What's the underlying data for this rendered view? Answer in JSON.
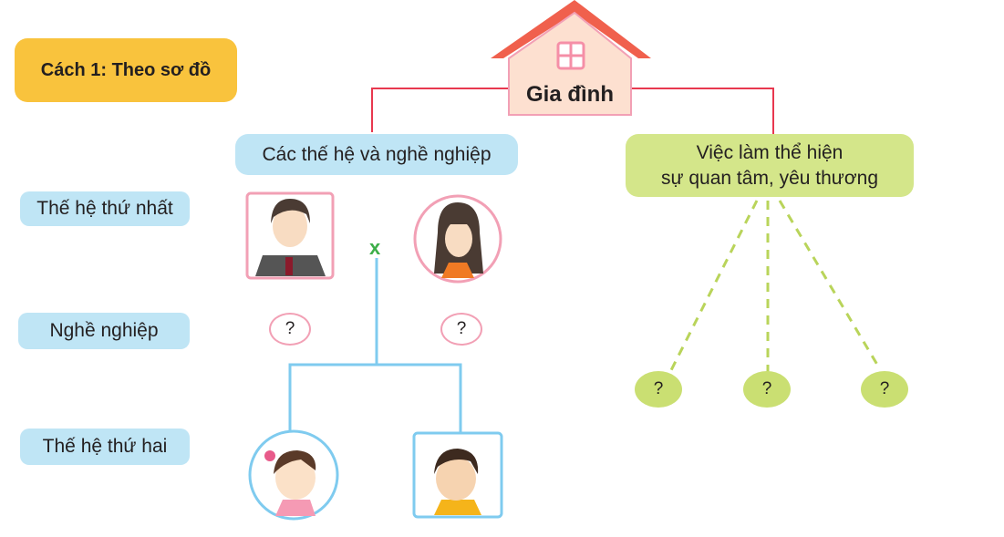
{
  "method_label": "Cách 1: Theo sơ đồ",
  "root": {
    "label": "Gia đình",
    "icon": "house-icon"
  },
  "branches": {
    "left": "Các thế hệ và nghề nghiệp",
    "right_line1": "Việc làm thể hiện",
    "right_line2": "sự quan tâm, yêu thương"
  },
  "row_labels": {
    "gen1": "Thế hệ thứ nhất",
    "job": "Nghề nghiệp",
    "gen2": "Thế hệ thứ hai"
  },
  "marriage_symbol": "x",
  "placeholder": "?",
  "colors": {
    "orange": "#f9c33d",
    "blue": "#bfe5f5",
    "green": "#d4e68a",
    "red": "#e8384f",
    "pink": "#f2a0b5",
    "line_blue": "#7fcbef"
  }
}
